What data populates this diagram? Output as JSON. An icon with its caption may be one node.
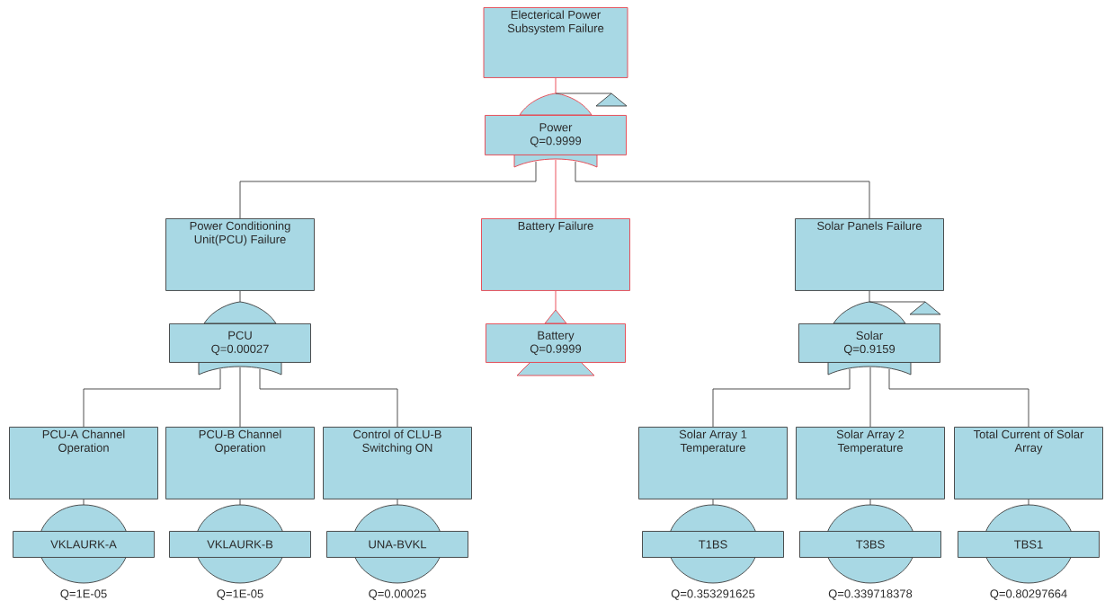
{
  "diagram": {
    "nodes": [
      {
        "text": [
          "Electerical Power Subsystem Failure"
        ]
      },
      {
        "text": [
          "Power",
          "Q=0.9999"
        ]
      },
      {
        "text": [
          "Power Conditioning Unit(PCU) Failure"
        ]
      },
      {
        "text": [
          "Battery Failure"
        ]
      },
      {
        "text": [
          "Solar Panels Failure"
        ]
      },
      {
        "text": [
          "PCU",
          "Q=0.00027"
        ]
      },
      {
        "text": [
          "Battery",
          "Q=0.9999"
        ]
      },
      {
        "text": [
          "Solar",
          "Q=0.9159"
        ]
      },
      {
        "text": [
          "PCU-A Channel Operation"
        ]
      },
      {
        "text": [
          "PCU-B Channel Operation"
        ]
      },
      {
        "text": [
          "Control of CLU-B Switching ON"
        ]
      },
      {
        "text": [
          "Solar Array 1 Temperature"
        ]
      },
      {
        "text": [
          "Solar Array 2 Temperature"
        ]
      },
      {
        "text": [
          "Total Current of Solar Array"
        ]
      },
      {
        "text": [
          "VKLAURK-A"
        ],
        "beside": [
          "Q=1E-05"
        ]
      },
      {
        "text": [
          "VKLAURK-B"
        ],
        "beside": [
          "Q=1E-05"
        ]
      },
      {
        "text": [
          "UNA-BVKL"
        ],
        "beside": [
          "Q=0.00025"
        ]
      },
      {
        "text": [
          "T1BS"
        ],
        "beside": [
          "Q=0.353291625"
        ]
      },
      {
        "text": [
          "T3BS"
        ],
        "beside": [
          "Q=0.339718378"
        ]
      },
      {
        "text": [
          "TBS1"
        ],
        "beside": [
          "Q=0.80297664"
        ]
      }
    ],
    "edges": [
      {
        "from": 0,
        "to": 1,
        "arrow": "none",
        "color": "#e8404a"
      },
      {
        "from": 1,
        "to": 2,
        "arrow": "none"
      },
      {
        "from": 1,
        "to": 3,
        "arrow": "none",
        "color": "#e8404a"
      },
      {
        "from": 1,
        "to": 4,
        "arrow": "none"
      },
      {
        "from": 2,
        "to": 5,
        "arrow": "none"
      },
      {
        "from": 3,
        "to": 6,
        "arrow": "none",
        "color": "#e8404a"
      },
      {
        "from": 4,
        "to": 7,
        "arrow": "none"
      },
      {
        "from": 5,
        "to": 8,
        "arrow": "none"
      },
      {
        "from": 5,
        "to": 9,
        "arrow": "none"
      },
      {
        "from": 5,
        "to": 10,
        "arrow": "none"
      },
      {
        "from": 7,
        "to": 11,
        "arrow": "none"
      },
      {
        "from": 7,
        "to": 12,
        "arrow": "none"
      },
      {
        "from": 7,
        "to": 13,
        "arrow": "none"
      },
      {
        "from": 8,
        "to": 14,
        "arrow": "none"
      },
      {
        "from": 9,
        "to": 15,
        "arrow": "none"
      },
      {
        "from": 10,
        "to": 16,
        "arrow": "none"
      },
      {
        "from": 11,
        "to": 17,
        "arrow": "none"
      },
      {
        "from": 12,
        "to": 18,
        "arrow": "none"
      },
      {
        "from": 13,
        "to": 19,
        "arrow": "none"
      }
    ]
  }
}
